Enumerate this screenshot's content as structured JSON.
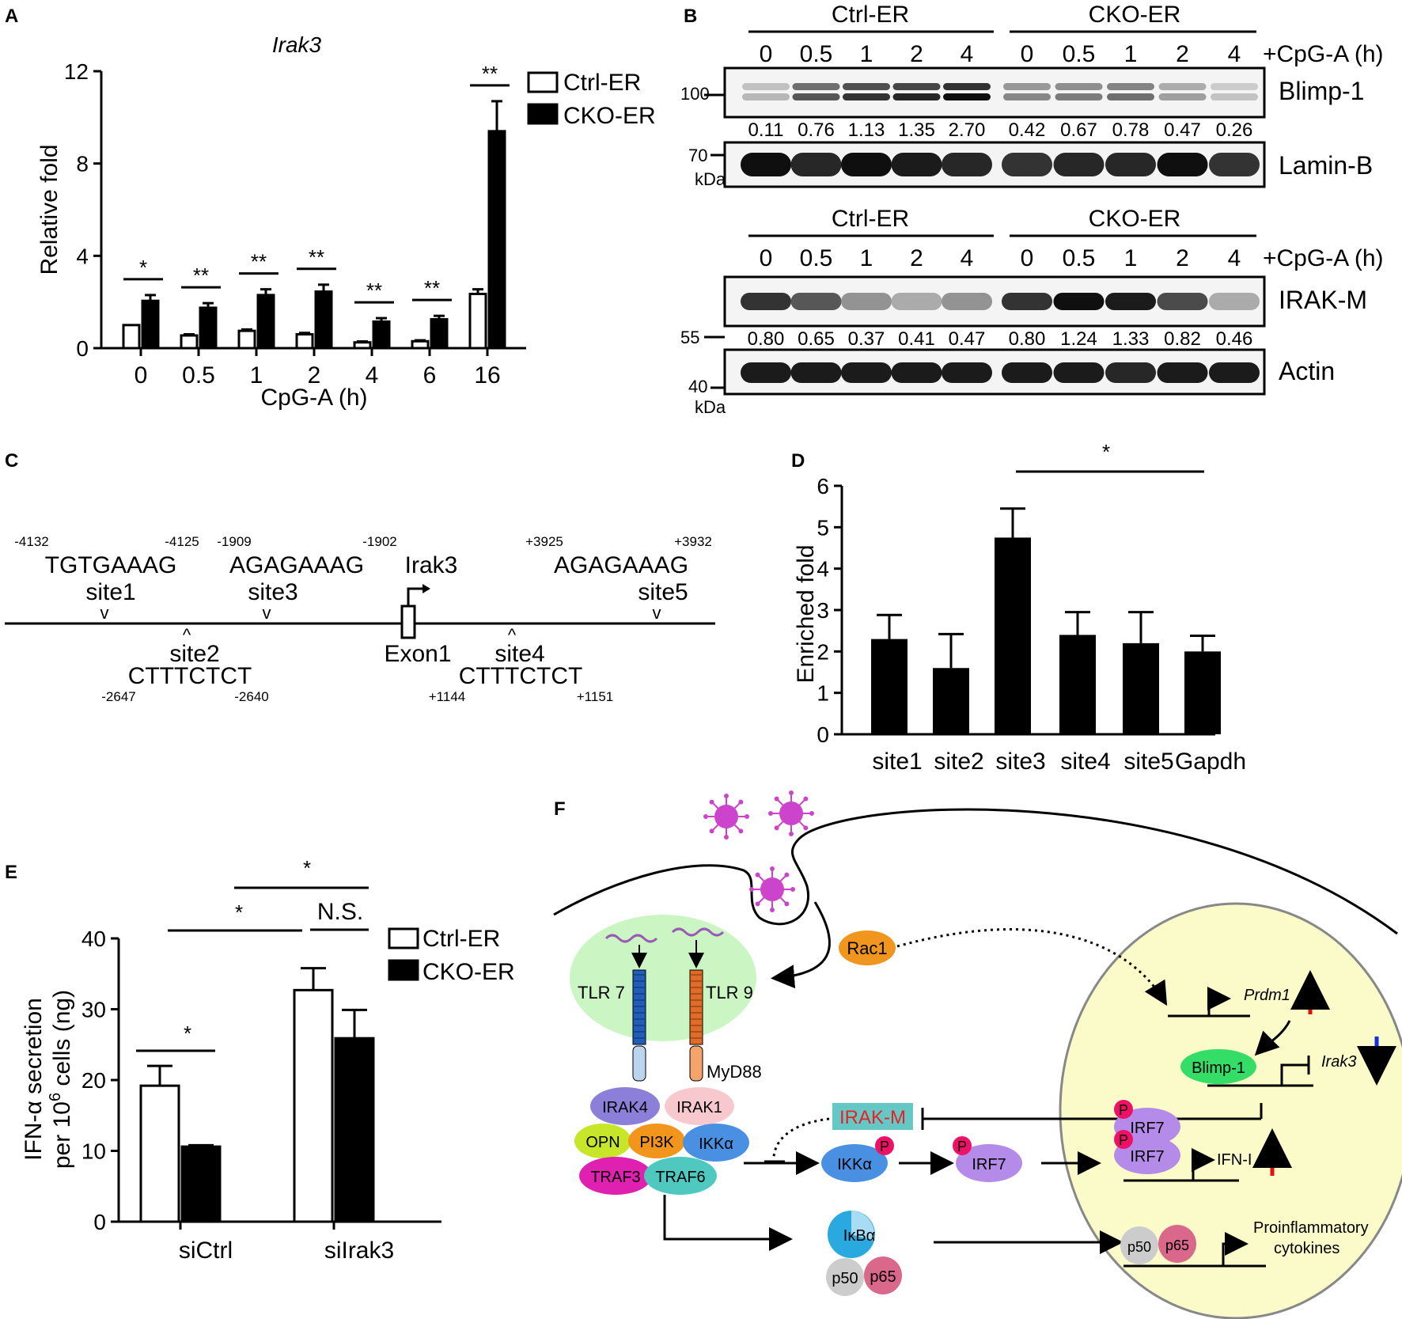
{
  "panels": {
    "a": "A",
    "b": "B",
    "c": "C",
    "d": "D",
    "e": "E",
    "f": "F"
  },
  "colors": {
    "bar_open": "#ffffff",
    "bar_filled": "#000000",
    "virus": "#cc44cc",
    "tlr_bubble": "#ccf5c4",
    "nucleus": "#fbfac9",
    "tlr7": "#1f5fb7",
    "tlr9": "#e06b26",
    "rac1": "#f0951e",
    "irak4": "#8b7fd9",
    "irak1": "#f7c9cf",
    "opn": "#c7e62a",
    "pi3k": "#f2951c",
    "ikka": "#4a90e2",
    "traf3": "#e020b0",
    "traf6": "#4fc8c0",
    "irf7": "#b48be8",
    "blimp": "#33dd66",
    "p50": "#cccccc",
    "p65": "#d9688a",
    "ikba": "#2aa9e0",
    "phospho": "#ee1166",
    "irakm_box": "#66c7c7",
    "irakm_text": "#e62222",
    "arrow_up": "#e01010",
    "arrow_down": "#1a2fdd"
  },
  "chart_data": [
    {
      "panel": "A",
      "type": "bar",
      "title": "Irak3",
      "xlabel": "CpG-A (h)",
      "ylabel": "Relative fold",
      "ylim": [
        0,
        12
      ],
      "yticks": [
        0,
        4,
        8,
        12
      ],
      "categories": [
        "0",
        "0.5",
        "1",
        "2",
        "4",
        "6",
        "16"
      ],
      "series": [
        {
          "name": "Ctrl-ER",
          "values": [
            1.0,
            0.55,
            0.75,
            0.6,
            0.25,
            0.3,
            2.35
          ],
          "errors": [
            0,
            0.05,
            0.06,
            0.06,
            0.04,
            0.04,
            0.2
          ]
        },
        {
          "name": "CKO-ER",
          "values": [
            2.05,
            1.75,
            2.3,
            2.45,
            1.15,
            1.25,
            9.4
          ],
          "errors": [
            0.25,
            0.2,
            0.25,
            0.3,
            0.15,
            0.15,
            1.3
          ]
        }
      ],
      "significance": [
        "*",
        "**",
        "**",
        "**",
        "**",
        "**",
        "**"
      ],
      "legend": "top-right"
    },
    {
      "panel": "D",
      "type": "bar",
      "title": "",
      "xlabel": "",
      "ylabel": "Enriched fold",
      "ylim": [
        0,
        6
      ],
      "yticks": [
        0,
        1,
        2,
        3,
        4,
        5,
        6
      ],
      "categories": [
        "site1",
        "site2",
        "site3",
        "site4",
        "site5",
        "Gapdh"
      ],
      "values": [
        2.3,
        1.6,
        4.75,
        2.4,
        2.2,
        2.0
      ],
      "errors": [
        0.58,
        0.82,
        0.7,
        0.55,
        0.75,
        0.38
      ],
      "significance": [
        {
          "from": "site3",
          "to": "Gapdh",
          "label": "*"
        }
      ]
    },
    {
      "panel": "E",
      "type": "bar",
      "title": "",
      "xlabel": "",
      "ylabel": "IFN-α secretion per 10⁶ cells (ng)",
      "ylim": [
        0,
        40
      ],
      "yticks": [
        0,
        10,
        20,
        30,
        40
      ],
      "categories": [
        "siCtrl",
        "siIrak3"
      ],
      "series": [
        {
          "name": "Ctrl-ER",
          "values": [
            19.2,
            32.7
          ],
          "errors": [
            2.8,
            3.1
          ]
        },
        {
          "name": "CKO-ER",
          "values": [
            10.6,
            25.9
          ],
          "errors": [
            0.2,
            4.0
          ]
        }
      ],
      "significance": [
        {
          "label": "*"
        },
        {
          "label": "*"
        },
        {
          "label": "*"
        },
        {
          "label": "N.S."
        }
      ],
      "legend": "top-right"
    }
  ],
  "blot": {
    "groups": [
      "Ctrl-ER",
      "CKO-ER"
    ],
    "timepoints": [
      "0",
      "0.5",
      "1",
      "2",
      "4",
      "0",
      "0.5",
      "1",
      "2",
      "4"
    ],
    "treatment": "+CpG-A (h)",
    "blimp_label": "Blimp-1",
    "lamin_label": "Lamin-B",
    "irakm_label": "IRAK-M",
    "actin_label": "Actin",
    "blimp_quant": [
      "0.11",
      "0.76",
      "1.13",
      "1.35",
      "2.70",
      "0.42",
      "0.67",
      "0.78",
      "0.47",
      "0.26"
    ],
    "irakm_quant": [
      "0.80",
      "0.65",
      "0.37",
      "0.41",
      "0.47",
      "0.80",
      "1.24",
      "1.33",
      "0.82",
      "0.46"
    ],
    "blimp_intensity": [
      0.3,
      0.7,
      0.85,
      0.9,
      1.0,
      0.5,
      0.55,
      0.6,
      0.4,
      0.25
    ],
    "lamin_intensity": [
      1,
      0.9,
      1,
      0.95,
      0.9,
      0.85,
      0.9,
      0.9,
      1,
      0.85
    ],
    "irakm_intensity": [
      0.85,
      0.7,
      0.45,
      0.35,
      0.45,
      0.85,
      1.0,
      0.95,
      0.75,
      0.35
    ],
    "actin_intensity": [
      0.95,
      0.95,
      0.95,
      0.95,
      0.95,
      0.95,
      0.95,
      0.9,
      0.95,
      0.95
    ],
    "mw_top": [
      "100",
      "70",
      "kDa"
    ],
    "mw_bottom": [
      "55",
      "40",
      "kDa"
    ]
  },
  "gene_map": {
    "gene": "Irak3",
    "exon": "Exon1",
    "sites": [
      {
        "name": "site1",
        "seq": "TGTGAAAG",
        "start": "-4132",
        "end": "-4125",
        "strand": "top"
      },
      {
        "name": "site2",
        "seq": "CTTTCTCT",
        "start": "-2647",
        "end": "-2640",
        "strand": "bottom"
      },
      {
        "name": "site3",
        "seq": "AGAGAAAG",
        "start": "-1909",
        "end": "-1902",
        "strand": "top"
      },
      {
        "name": "site4",
        "seq": "CTTTCTCT",
        "start": "+1144",
        "end": "+1151",
        "strand": "bottom"
      },
      {
        "name": "site5",
        "seq": "AGAGAAAG",
        "start": "+3925",
        "end": "+3932",
        "strand": "top"
      }
    ],
    "marker_top": "v",
    "marker_bottom": "^"
  },
  "pathway": {
    "tlr7": "TLR 7",
    "tlr9": "TLR 9",
    "myd88": "MyD88",
    "rac1": "Rac1",
    "irak4": "IRAK4",
    "irak1": "IRAK1",
    "opn": "OPN",
    "pi3k": "PI3K",
    "ikka": "IKKα",
    "traf3": "TRAF3",
    "traf6": "TRAF6",
    "irakm": "IRAK-M",
    "irf7": "IRF7",
    "p": "P",
    "ikba": "IκBα",
    "p50": "p50",
    "p65": "p65",
    "prdm1": "Prdm1",
    "irak3": "Irak3",
    "blimp1": "Blimp-1",
    "ifn": "IFN-I",
    "proinflammatory": "Proinflammatory",
    "cytokines": "cytokines"
  }
}
